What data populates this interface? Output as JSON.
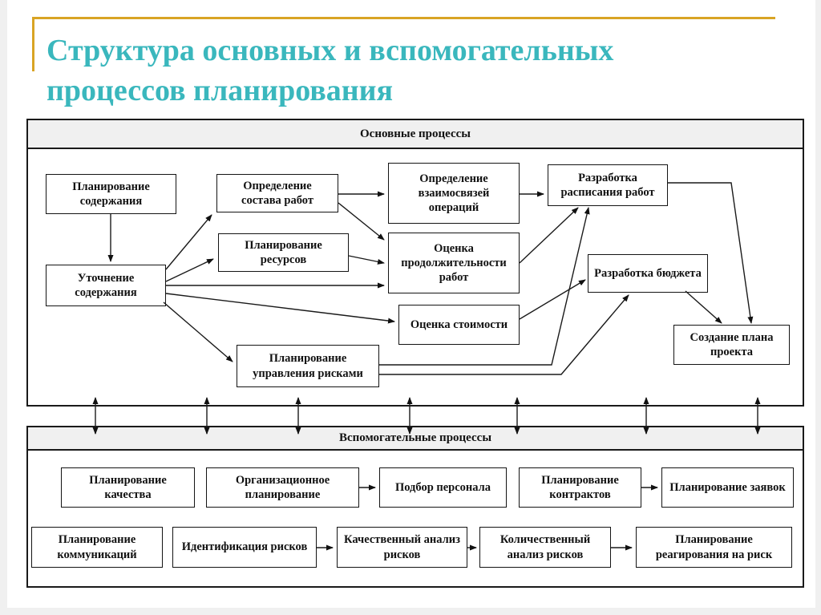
{
  "slide": {
    "title_lines": [
      "Структура основных и вспомогательных",
      "процессов планирования"
    ],
    "colors": {
      "title": "#3ab7bd",
      "accent_bar": "#d9a424",
      "section_band": "#f0f0f0",
      "diagram_line": "#1a1a1a",
      "node_bg": "#ffffff"
    }
  },
  "diagram": {
    "main_section": {
      "header": "Основные процессы",
      "nodes": {
        "content_planning": "Планирование содержания",
        "scope_refinement": "Уточнение содержания",
        "activity_definition": "Определение состава работ",
        "resource_planning": "Планирование ресурсов",
        "activity_sequencing": "Определение взаимосвязей операций",
        "duration_estimating": "Оценка продолжительности работ",
        "cost_estimating": "Оценка стоимости",
        "schedule_development": "Разработка расписания работ",
        "budget_development": "Разработка бюджета",
        "project_plan_creation": "Создание плана проекта",
        "risk_management_planning": "Планирование управления рисками"
      }
    },
    "aux_section": {
      "header": "Вспомогательные процессы",
      "nodes": {
        "quality_planning": "Планирование качества",
        "organizational_planning": "Организационное планирование",
        "staff_acquisition": "Подбор персонала",
        "contract_planning": "Планирование контрактов",
        "solicitation_planning": "Планирование заявок",
        "communications_planning": "Планирование коммуникаций",
        "risk_identification": "Идентификация рисков",
        "qualitative_risk_analysis": "Качественный анализ рисков",
        "quantitative_risk_analysis": "Количественный анализ рисков",
        "risk_response_planning": "Планирование реагирования на риск"
      }
    },
    "connections": [
      {
        "from": "content_planning",
        "to": "scope_refinement"
      },
      {
        "from": "scope_refinement",
        "to": "activity_definition"
      },
      {
        "from": "scope_refinement",
        "to": "resource_planning"
      },
      {
        "from": "scope_refinement",
        "to": "duration_estimating"
      },
      {
        "from": "scope_refinement",
        "to": "cost_estimating"
      },
      {
        "from": "scope_refinement",
        "to": "risk_management_planning"
      },
      {
        "from": "activity_definition",
        "to": "activity_sequencing"
      },
      {
        "from": "activity_definition",
        "to": "duration_estimating"
      },
      {
        "from": "resource_planning",
        "to": "duration_estimating"
      },
      {
        "from": "activity_sequencing",
        "to": "schedule_development"
      },
      {
        "from": "duration_estimating",
        "to": "schedule_development"
      },
      {
        "from": "cost_estimating",
        "to": "budget_development"
      },
      {
        "from": "risk_management_planning",
        "to": "schedule_development"
      },
      {
        "from": "risk_management_planning",
        "to": "budget_development"
      },
      {
        "from": "schedule_development",
        "to": "project_plan_creation"
      },
      {
        "from": "budget_development",
        "to": "project_plan_creation"
      },
      {
        "from": "organizational_planning",
        "to": "staff_acquisition"
      },
      {
        "from": "contract_planning",
        "to": "solicitation_planning"
      },
      {
        "from": "risk_identification",
        "to": "qualitative_risk_analysis"
      },
      {
        "from": "qualitative_risk_analysis",
        "to": "quantitative_risk_analysis"
      },
      {
        "from": "quantitative_risk_analysis",
        "to": "risk_response_planning"
      }
    ],
    "divider": {
      "bidirectional_arrows_count": 7
    }
  }
}
